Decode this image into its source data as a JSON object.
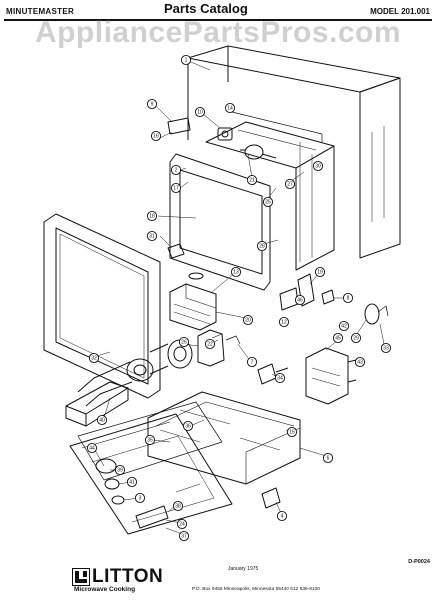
{
  "header": {
    "brand": "MINUTEMASTER",
    "title": "Parts Catalog",
    "model": "MODEL 201.001"
  },
  "watermark": "AppliancePartsPros.com",
  "callouts": [
    "1",
    "9",
    "10",
    "16",
    "2",
    "17",
    "18",
    "21",
    "27",
    "25",
    "28",
    "13",
    "20",
    "19",
    "8",
    "31",
    "32",
    "46",
    "29",
    "33",
    "45",
    "34",
    "22",
    "26",
    "7",
    "36",
    "15",
    "6",
    "35",
    "40",
    "4",
    "44",
    "39",
    "41",
    "3",
    "38",
    "24",
    "37",
    "12",
    "14",
    "30",
    "42",
    "43"
  ],
  "footer": {
    "date": "January 1975",
    "doc_id": "D-P0024",
    "logo_text": "LITTON",
    "logo_sub": "Microwave Cooking",
    "address": "P.O. Box 9456 Minneapolis, Minnesota 55440 612 536-8100"
  }
}
